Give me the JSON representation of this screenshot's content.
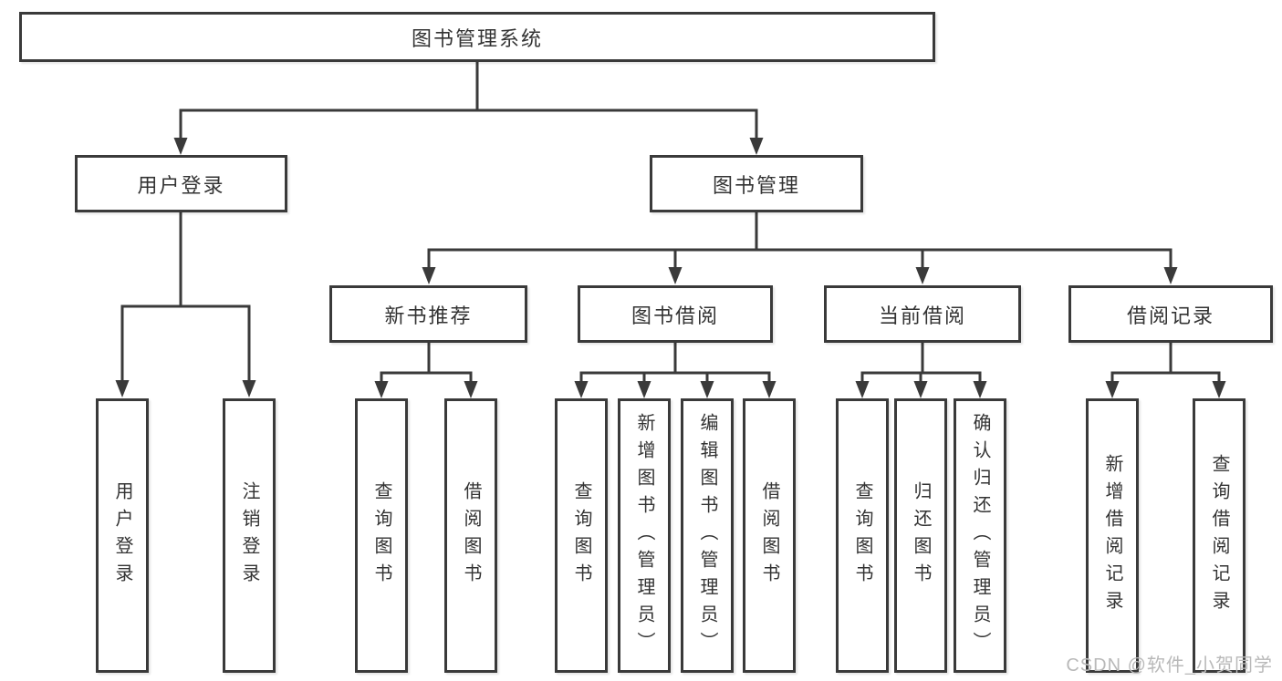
{
  "diagram": {
    "root": {
      "label": "图书管理系统"
    },
    "branches": [
      {
        "label": "用户登录",
        "children": [
          {
            "label": "用户登录"
          },
          {
            "label": "注销登录"
          }
        ]
      },
      {
        "label": "图书管理",
        "sub_branches": [
          {
            "label": "新书推荐",
            "children": [
              {
                "label": "查询图书"
              },
              {
                "label": "借阅图书"
              }
            ]
          },
          {
            "label": "图书借阅",
            "children": [
              {
                "label": "查询图书"
              },
              {
                "label": "新增图书（管理员）"
              },
              {
                "label": "编辑图书（管理员）"
              },
              {
                "label": "借阅图书"
              }
            ]
          },
          {
            "label": "当前借阅",
            "children": [
              {
                "label": "查询图书"
              },
              {
                "label": "归还图书"
              },
              {
                "label": "确认归还（管理员）"
              }
            ]
          },
          {
            "label": "借阅记录",
            "children": [
              {
                "label": "新增借阅记录"
              },
              {
                "label": "查询借阅记录"
              }
            ]
          }
        ]
      }
    ]
  },
  "watermark": {
    "text": "CSDN @软件_小贺同学"
  },
  "colors": {
    "line": "#3a3a3a",
    "text": "#333333",
    "background": "#ffffff",
    "watermark": "#b9b9b9"
  }
}
